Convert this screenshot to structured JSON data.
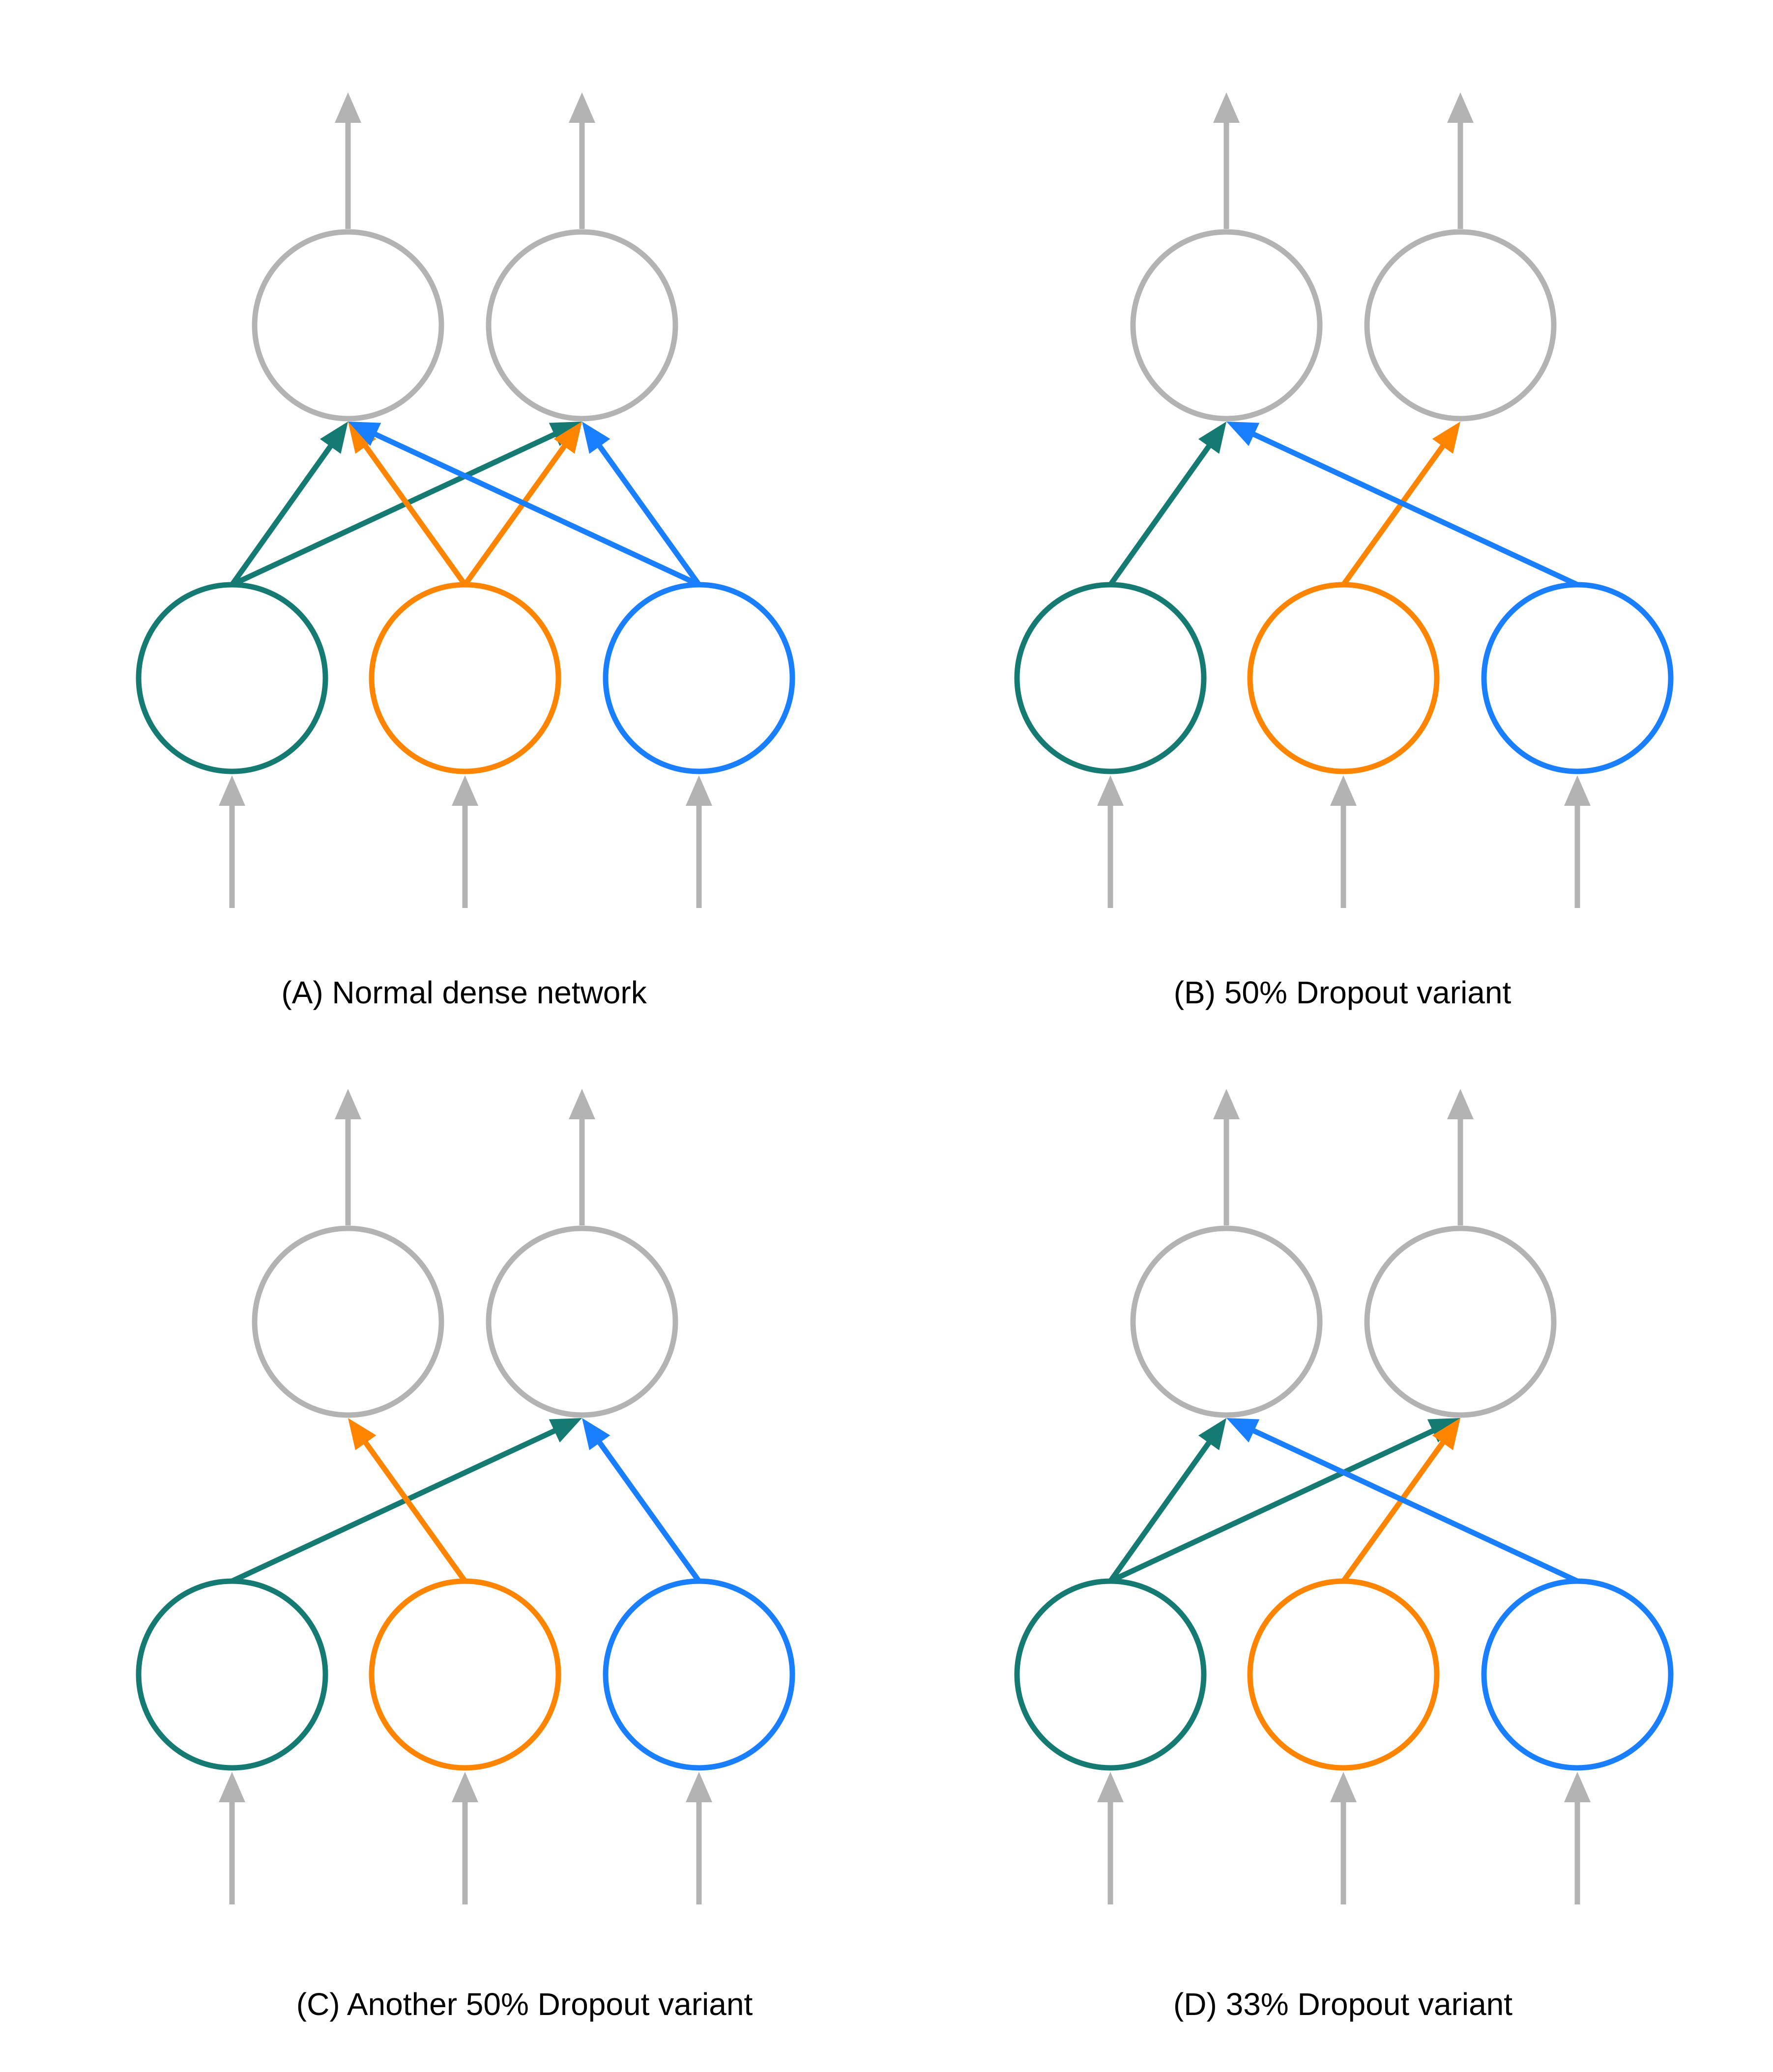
{
  "colors": {
    "gray": "#b3b3b3",
    "teal": "#147a72",
    "orange": "#ff8400",
    "blue": "#1a7fff",
    "caption_text": "#000000",
    "background": "#ffffff"
  },
  "network": {
    "input_neurons": [
      {
        "id": "input-1",
        "color_key": "teal"
      },
      {
        "id": "input-2",
        "color_key": "orange"
      },
      {
        "id": "input-3",
        "color_key": "blue"
      }
    ],
    "output_neurons": [
      {
        "id": "output-1"
      },
      {
        "id": "output-2"
      }
    ]
  },
  "panels": [
    {
      "id": "A",
      "caption": "(A) Normal dense network",
      "connections": [
        {
          "from": 0,
          "to": 0
        },
        {
          "from": 0,
          "to": 1
        },
        {
          "from": 1,
          "to": 0
        },
        {
          "from": 1,
          "to": 1
        },
        {
          "from": 2,
          "to": 0
        },
        {
          "from": 2,
          "to": 1
        }
      ]
    },
    {
      "id": "B",
      "caption": "(B) 50% Dropout variant",
      "connections": [
        {
          "from": 0,
          "to": 0
        },
        {
          "from": 1,
          "to": 1
        },
        {
          "from": 2,
          "to": 0
        }
      ]
    },
    {
      "id": "C",
      "caption": "(C) Another 50% Dropout variant",
      "connections": [
        {
          "from": 0,
          "to": 1
        },
        {
          "from": 1,
          "to": 0
        },
        {
          "from": 2,
          "to": 1
        }
      ]
    },
    {
      "id": "D",
      "caption": "(D) 33% Dropout variant",
      "connections": [
        {
          "from": 0,
          "to": 0
        },
        {
          "from": 0,
          "to": 1
        },
        {
          "from": 1,
          "to": 1
        },
        {
          "from": 2,
          "to": 0
        }
      ]
    }
  ]
}
